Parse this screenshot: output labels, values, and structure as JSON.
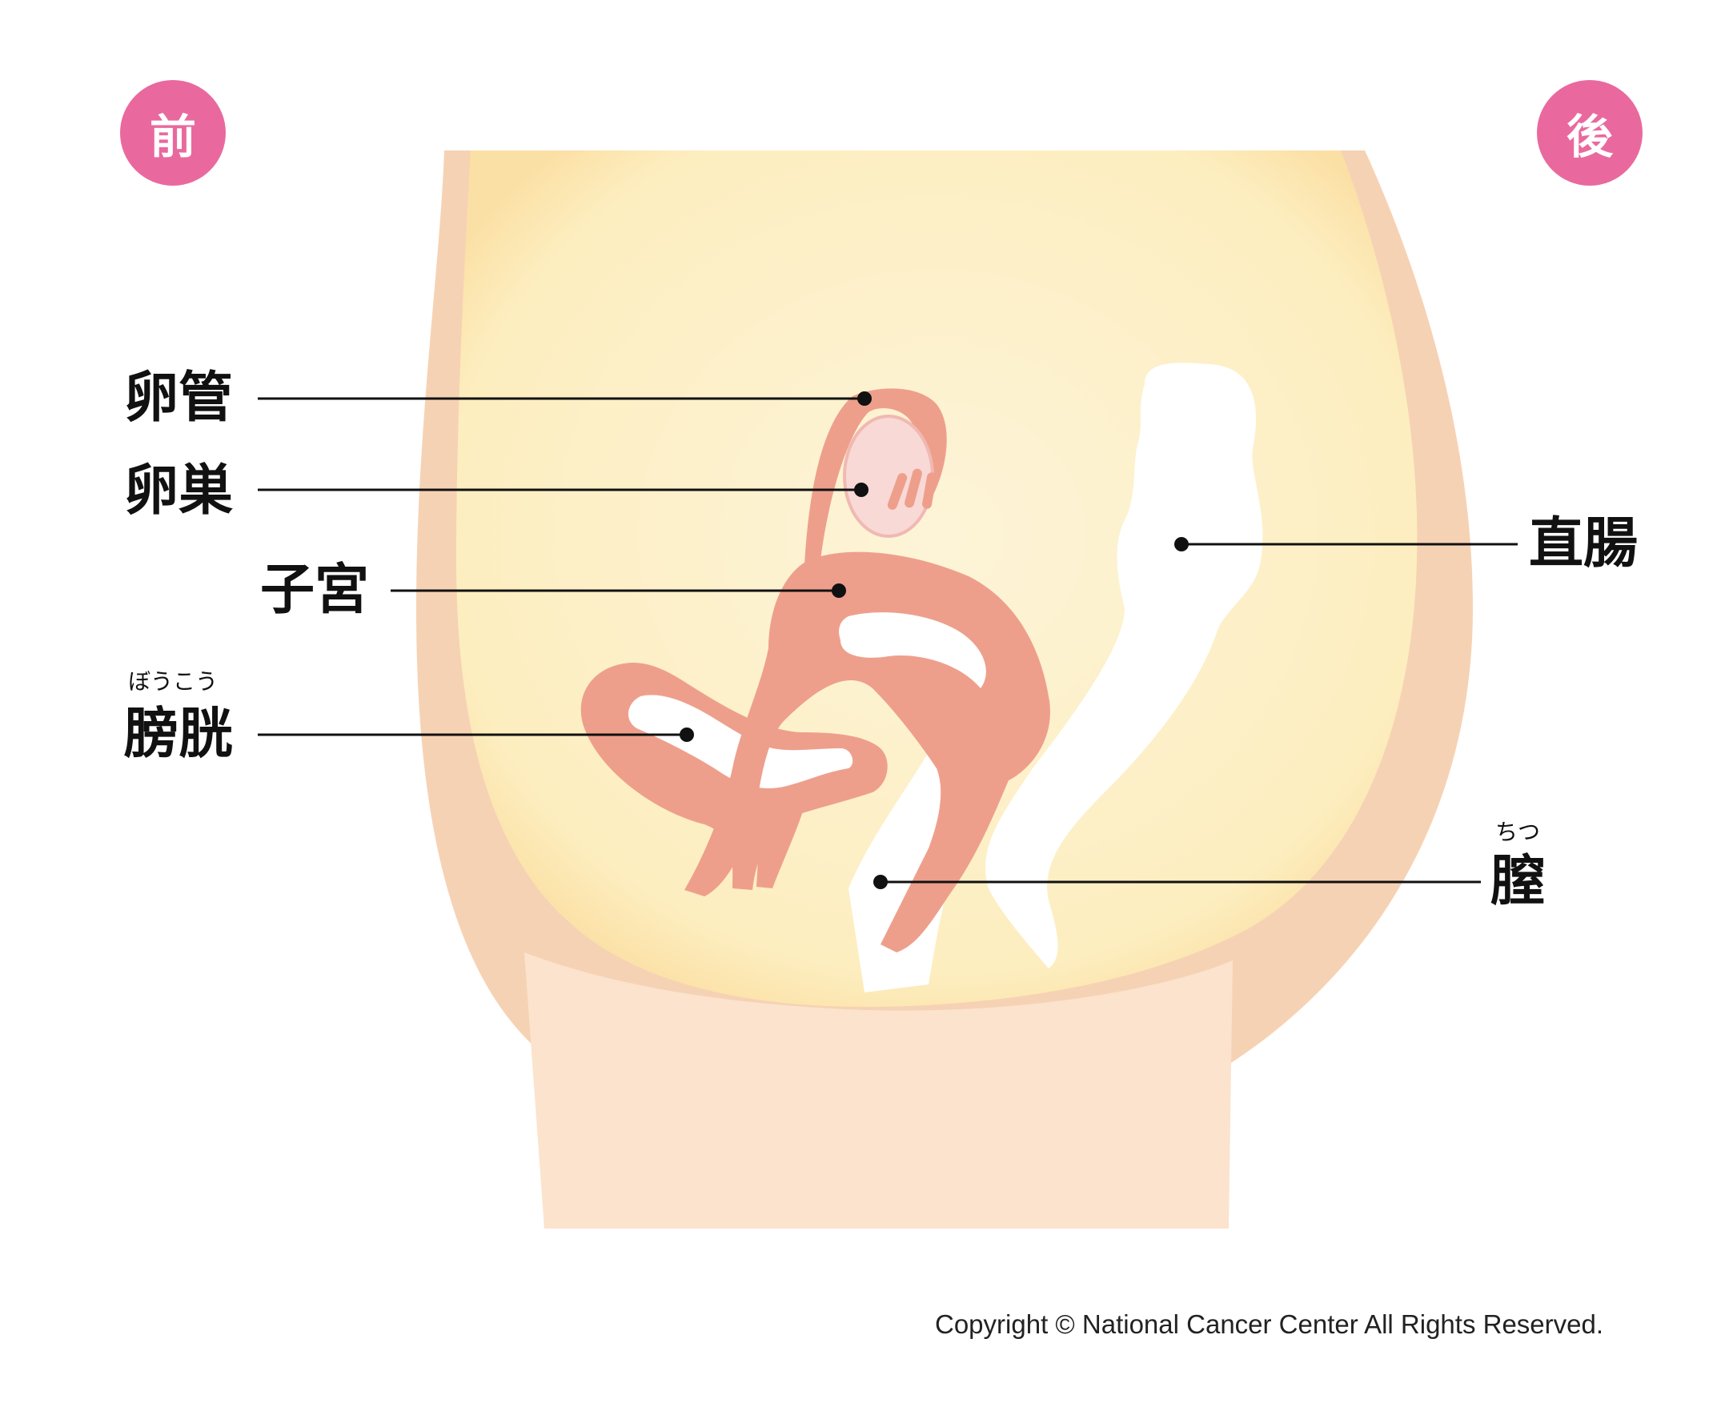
{
  "orientation": {
    "front": "前",
    "back": "後"
  },
  "labels": {
    "fallopian_tube": "卵管",
    "ovary": "卵巣",
    "uterus": "子宮",
    "bladder": "膀胱",
    "bladder_reading": "ぼうこう",
    "rectum": "直腸",
    "vagina": "膣",
    "vagina_reading": "ちつ"
  },
  "copyright": "Copyright © National Cancer Center All Rights Reserved.",
  "colors": {
    "badge": "#e9699e",
    "skin": "#f6d2b4",
    "skin_light": "#fbe3cd",
    "cavity": "#fdf0c8",
    "organ": "#ee9f8c",
    "organ_outline": "#e98974",
    "ovary": "#f8d9d6"
  }
}
